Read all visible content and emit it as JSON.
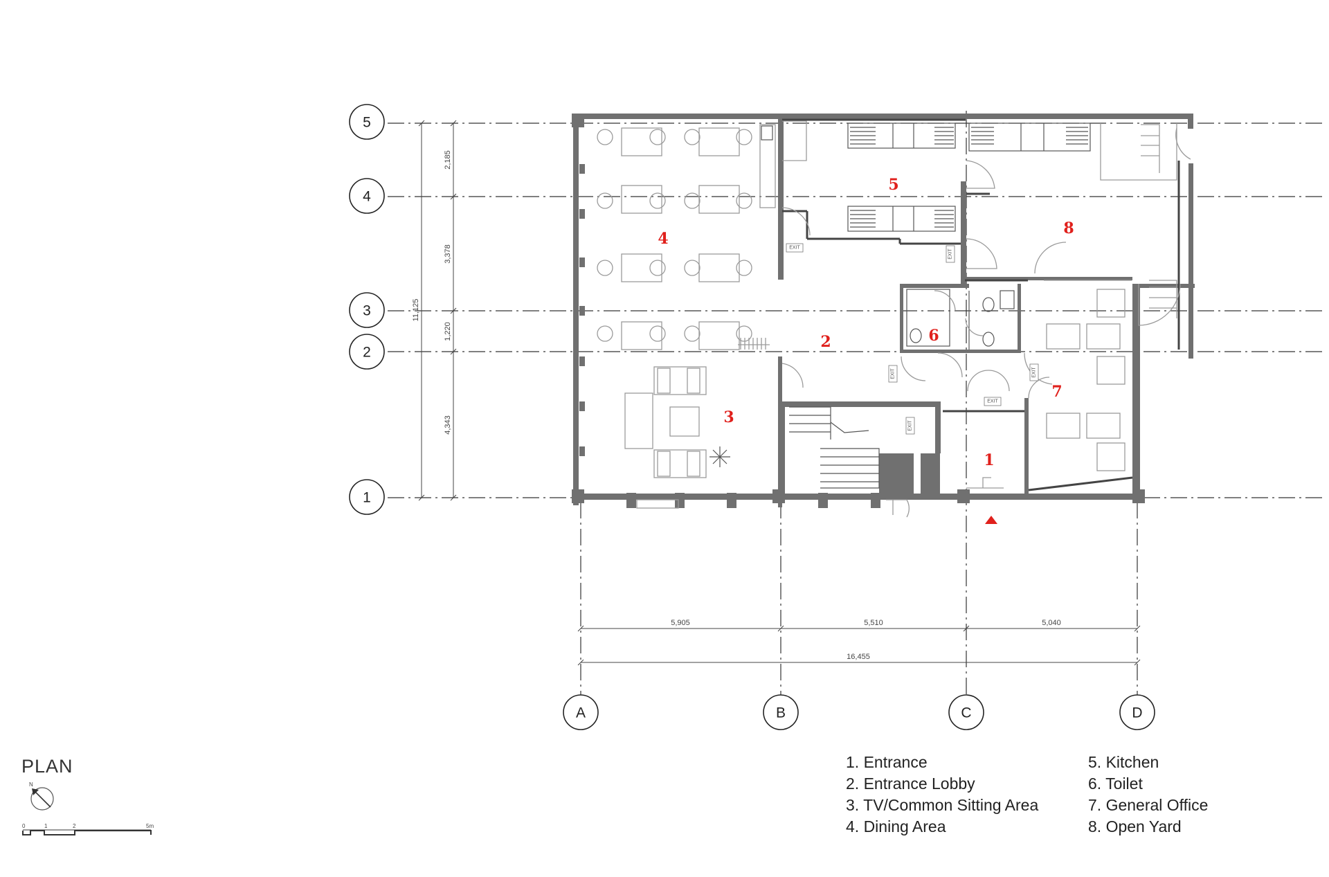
{
  "title": "PLAN",
  "grid": {
    "rows": [
      "5",
      "4",
      "3",
      "2",
      "1"
    ],
    "columns": [
      "A",
      "B",
      "C",
      "D"
    ]
  },
  "dimensions": {
    "horizontal": [
      "5,905",
      "5,510",
      "5,040"
    ],
    "horizontal_total": "16,455",
    "vertical": [
      "2,185",
      "3,378",
      "1,220",
      "4,343"
    ],
    "vertical_total": "11,125"
  },
  "rooms": [
    "1",
    "2",
    "3",
    "4",
    "5",
    "6",
    "7",
    "8"
  ],
  "exit_sign": "EXIT",
  "north_label": "N",
  "scale_labels": [
    "0",
    "1",
    "2",
    "5m"
  ],
  "legend": {
    "left": [
      "1. Entrance",
      "2. Entrance Lobby",
      "3. TV/Common Sitting Area",
      "4. Dining Area"
    ],
    "right": [
      "5. Kitchen",
      "6. Toilet",
      "7. General Office",
      "8. Open Yard"
    ]
  },
  "colors": {
    "room_number": "#e0201c",
    "wall": "#707070",
    "line": "#333333"
  }
}
